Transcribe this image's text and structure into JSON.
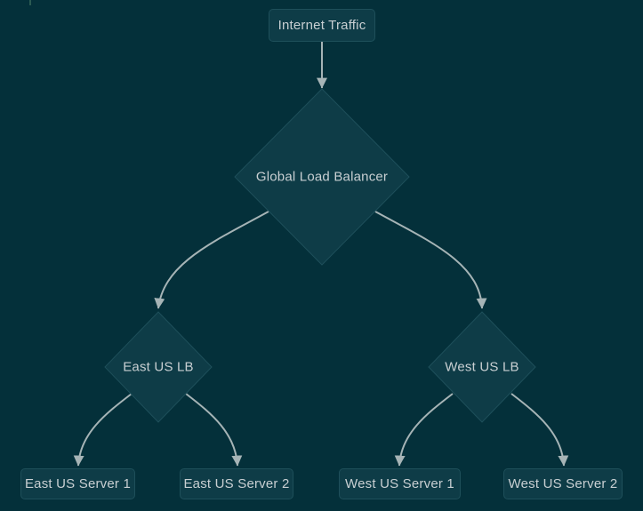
{
  "diagram": {
    "type": "flowchart",
    "direction": "top-down",
    "background": "#04303a",
    "colors": {
      "node_fill": "#0e3c47",
      "node_border": "#1e4f5a",
      "label_text": "#c8cfd2",
      "edge_line": "#a6b4b6",
      "arrowhead": "#a6b4b6"
    },
    "nodes": [
      {
        "id": "internet-traffic",
        "label": "Internet Traffic",
        "shape": "rectangle"
      },
      {
        "id": "global-load-balancer",
        "label": "Global Load Balancer",
        "shape": "diamond"
      },
      {
        "id": "east-us-lb",
        "label": "East US LB",
        "shape": "diamond"
      },
      {
        "id": "west-us-lb",
        "label": "West US LB",
        "shape": "diamond"
      },
      {
        "id": "east-us-server-1",
        "label": "East US Server 1",
        "shape": "rectangle"
      },
      {
        "id": "east-us-server-2",
        "label": "East US Server 2",
        "shape": "rectangle"
      },
      {
        "id": "west-us-server-1",
        "label": "West US Server 1",
        "shape": "rectangle"
      },
      {
        "id": "west-us-server-2",
        "label": "West US Server 2",
        "shape": "rectangle"
      }
    ],
    "edges": [
      {
        "from": "Internet Traffic",
        "to": "Global Load Balancer"
      },
      {
        "from": "Global Load Balancer",
        "to": "East US LB"
      },
      {
        "from": "Global Load Balancer",
        "to": "West US LB"
      },
      {
        "from": "East US LB",
        "to": "East US Server 1"
      },
      {
        "from": "East US LB",
        "to": "East US Server 2"
      },
      {
        "from": "West US LB",
        "to": "West US Server 1"
      },
      {
        "from": "West US LB",
        "to": "West US Server 2"
      }
    ]
  }
}
